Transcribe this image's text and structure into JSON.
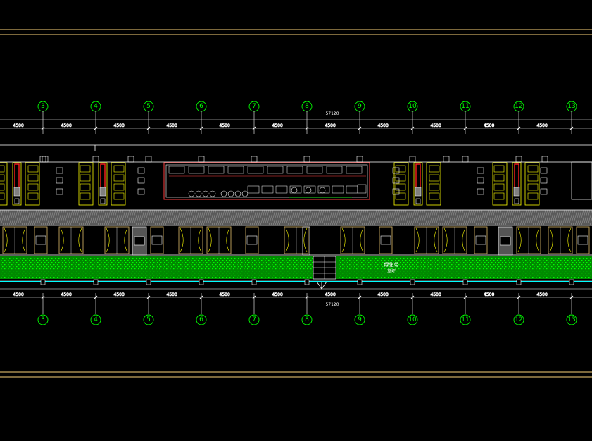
{
  "drawing": {
    "axes": [
      "3",
      "4",
      "5",
      "6",
      "7",
      "8",
      "9",
      "10",
      "11",
      "12",
      "13"
    ],
    "span_dims": [
      "4500",
      "4500",
      "4500",
      "4500",
      "4500",
      "4500",
      "4500",
      "4500",
      "4500",
      "4500",
      "4500"
    ],
    "overall_dim": "57120",
    "lawn_label": "绿化带",
    "lawn_sublabel": "草坪"
  },
  "colors": {
    "background": "#000000",
    "border_line": "#c8a860",
    "axis_bubble": "#00ff00",
    "dim_line": "#ffffff",
    "wall": "#ffff00",
    "red_wall": "#ff2020",
    "hatch": "#9a9a9a",
    "lawn": "#00cc00",
    "waterline": "#00ffff"
  }
}
